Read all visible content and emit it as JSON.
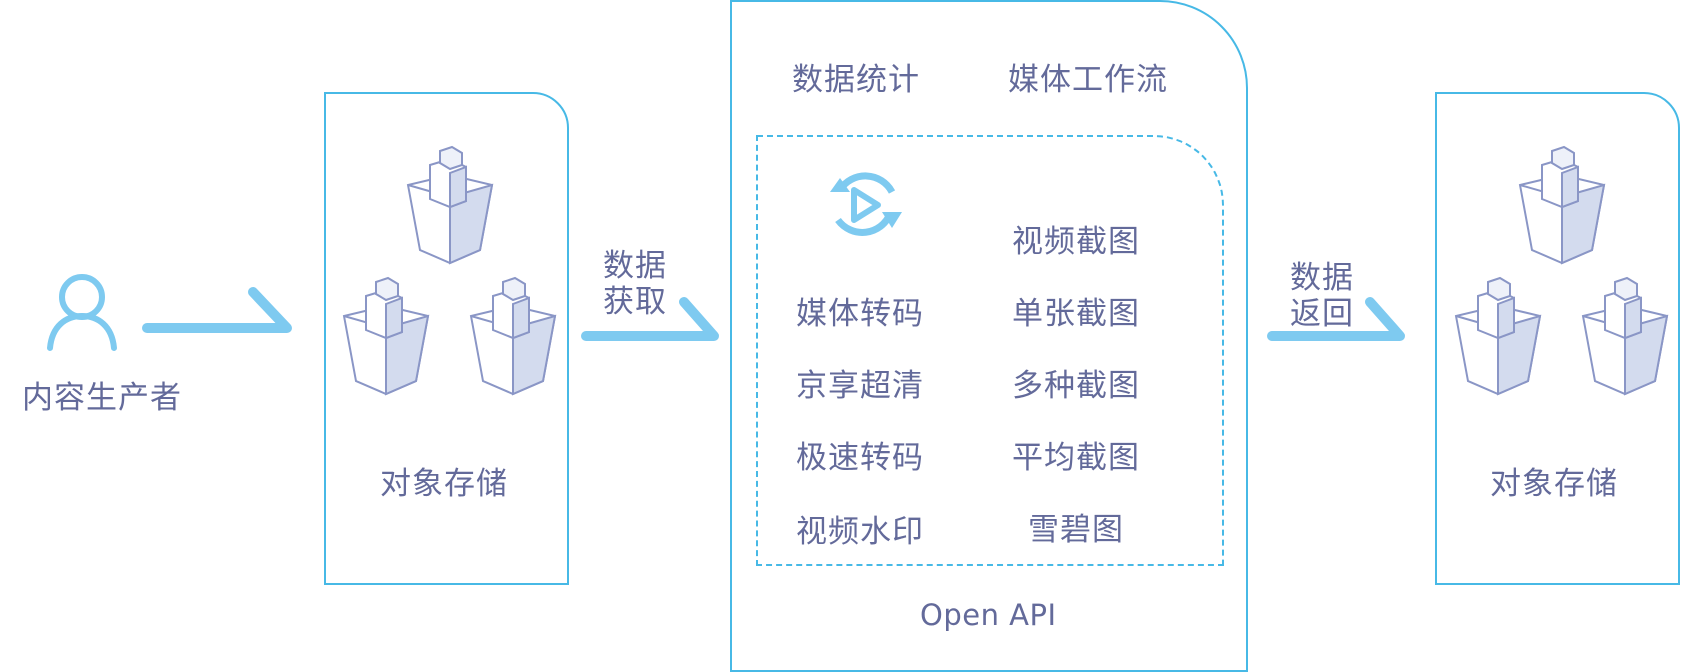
{
  "producer": {
    "label": "内容生产者"
  },
  "source_storage": {
    "label": "对象存储"
  },
  "arrow_fetch": {
    "label_line1": "数据",
    "label_line2": "获取"
  },
  "api": {
    "top_features": [
      "数据统计",
      "媒体工作流"
    ],
    "left_features": [
      "媒体转码",
      "京享超清",
      "极速转码",
      "视频水印"
    ],
    "right_features": [
      "视频截图",
      "单张截图",
      "多种截图",
      "平均截图",
      "雪碧图"
    ],
    "footer": "Open API"
  },
  "arrow_return": {
    "label_line1": "数据",
    "label_line2": "返回"
  },
  "target_storage": {
    "label": "对象存储"
  },
  "colors": {
    "accent": "#47b9e6",
    "arrow": "#7ecaf0",
    "text": "#636a9a",
    "bucket_fill": "#d3dbee",
    "bucket_stroke": "#8a96c6"
  },
  "icons": [
    "user-icon",
    "bucket-icon",
    "arrow-right-icon",
    "play-cycle-icon"
  ]
}
